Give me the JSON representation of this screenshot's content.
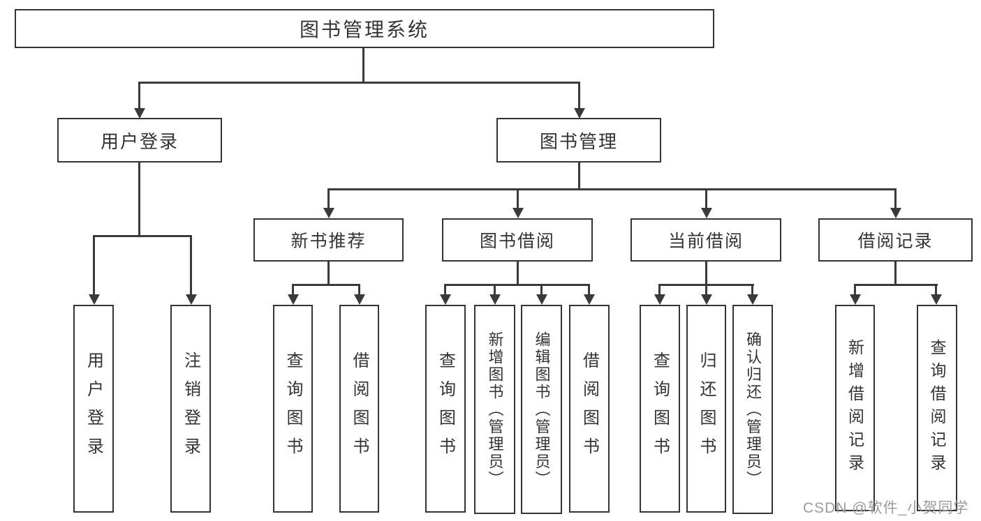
{
  "diagram": {
    "root": {
      "label": "图书管理系统"
    },
    "branches": [
      {
        "label": "用户登录",
        "children": [
          {
            "label": "用户登录"
          },
          {
            "label": "注销登录"
          }
        ]
      },
      {
        "label": "图书管理",
        "groups": [
          {
            "label": "新书推荐",
            "children": [
              {
                "label": "查询图书"
              },
              {
                "label": "借阅图书"
              }
            ]
          },
          {
            "label": "图书借阅",
            "children": [
              {
                "label": "查询图书"
              },
              {
                "label": "新增图书（管理员）"
              },
              {
                "label": "编辑图书（管理员）"
              },
              {
                "label": "借阅图书"
              }
            ]
          },
          {
            "label": "当前借阅",
            "children": [
              {
                "label": "查询图书"
              },
              {
                "label": "归还图书"
              },
              {
                "label": "确认归还（管理员）"
              }
            ]
          },
          {
            "label": "借阅记录",
            "children": [
              {
                "label": "新增借阅记录"
              },
              {
                "label": "查询借阅记录"
              }
            ]
          }
        ]
      }
    ]
  },
  "watermark": {
    "text": "CSDN @软件_小贺同学"
  },
  "colors": {
    "line": "#3a3a3a",
    "border": "#343434",
    "text": "#333333",
    "watermark": "#9c9c9c",
    "background": "#ffffff"
  }
}
